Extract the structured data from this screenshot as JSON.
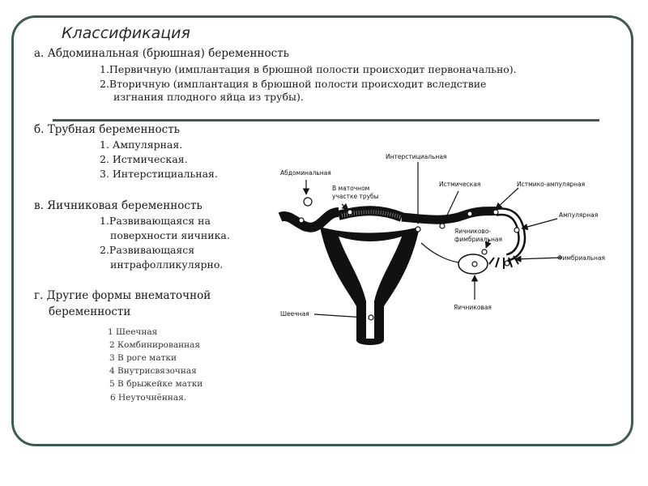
{
  "slide": {
    "title": "Классификация",
    "section_a": {
      "heading": "а. Абдоминальная (брюшная) беременность",
      "item1": "1.Первичную (имплантация в брюшной полости происходит первоначально).",
      "item2_line1": "2.Вторичную (имплантация в брюшной полости происходит вследствие",
      "item2_line2": "изгнания плодного яйца из трубы)."
    },
    "section_b": {
      "heading": "б. Трубная беременность",
      "items": [
        "1. Ампулярная.",
        "2. Истмическая.",
        "3. Интерстициальная."
      ]
    },
    "section_c": {
      "heading": "в. Яичниковая беременность",
      "item1_line1": "1.Развивающаяся на",
      "item1_line2": "поверхности яичника.",
      "item2_line1": "2.Развивающаяся",
      "item2_line2": "интрафолликулярно."
    },
    "section_d": {
      "heading_line1": "г. Другие формы внематочной",
      "heading_line2": "беременности",
      "items": [
        "1 Шеечная",
        "2 Комбинированная",
        "3 В роге матки",
        "4 Внутрисвязочная",
        "5 В брыжейке матки",
        "6 Неуточнённая."
      ]
    }
  },
  "diagram": {
    "labels": {
      "abdominal": "Абдоминальная",
      "uterine_line1": "В маточном",
      "uterine_line2": "участке трубы",
      "interstitial": "Интерстициальная",
      "isthmic": "Истмическая",
      "isthmic_ampullary": "Истмико-ампулярная",
      "ampullary": "Ампулярная",
      "ovarian_fimbrial_line1": "Яичниково-",
      "ovarian_fimbrial_line2": "фимбриальная",
      "fimbrial": "Фимбриальная",
      "ovarian": "Яичниковая",
      "cervical": "Шеечная"
    }
  }
}
